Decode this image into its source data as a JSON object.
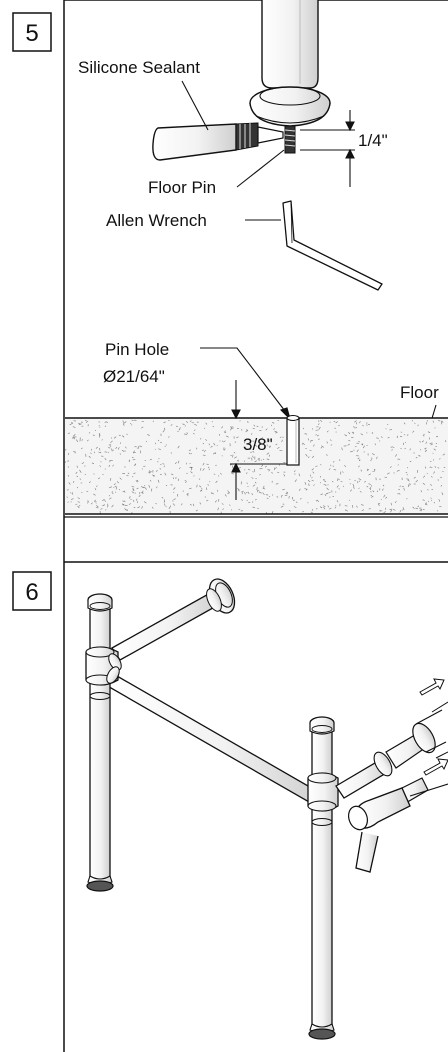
{
  "steps": [
    {
      "number": "5",
      "labels": {
        "silicone_sealant": "Silicone Sealant",
        "floor_pin": "Floor Pin",
        "pin_length": "1/4\"",
        "allen_wrench": "Allen Wrench",
        "pin_hole": "Pin Hole",
        "pin_hole_diameter": "Ø21/64\"",
        "floor": "Floor",
        "hole_depth": "3/8\""
      }
    },
    {
      "number": "6"
    }
  ],
  "colors": {
    "line": "#111111",
    "floor_fill": "#f4f4f4"
  }
}
